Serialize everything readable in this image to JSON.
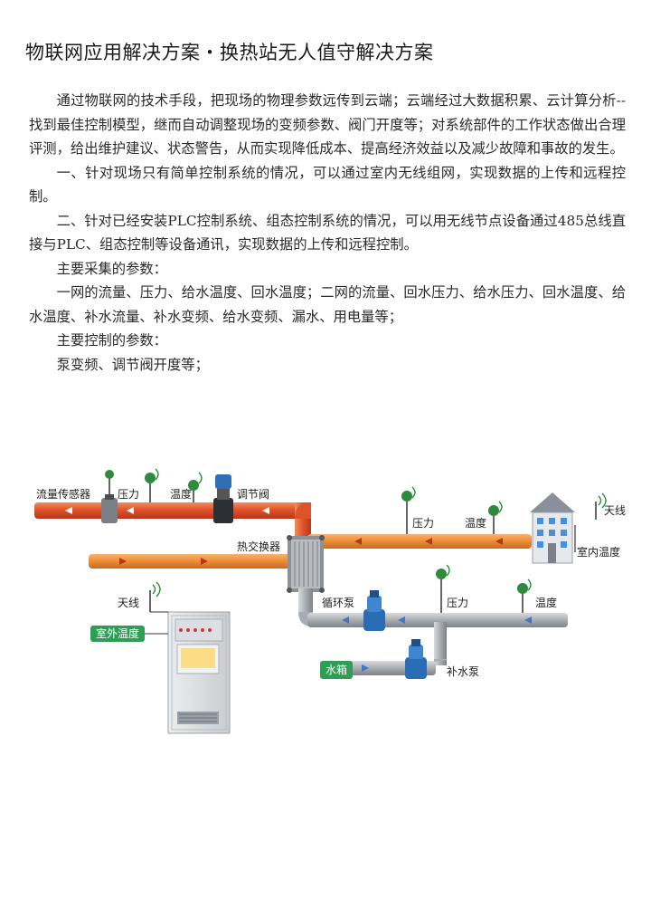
{
  "title": "物联网应用解决方案・换热站无人值守解决方案",
  "paragraphs": [
    "通过物联网的技术手段，把现场的物理参数远传到云端；云端经过大数据积累、云计算分析--找到最佳控制模型，继而自动调整现场的变频参数、阀门开度等；对系统部件的工作状态做出合理评测，给出维护建议、状态警告，从而实现降低成本、提高经济效益以及减少故障和事故的发生。",
    "一、针对现场只有简单控制系统的情况，可以通过室内无线组网，实现数据的上传和远程控制。",
    "二、针对已经安装PLC控制系统、组态控制系统的情况，可以用无线节点设备通过485总线直接与PLC、组态控制等设备通讯，实现数据的上传和远程控制。",
    "主要采集的参数：",
    "一网的流量、压力、给水温度、回水温度；二网的流量、回水压力、给水压力、回水温度、给水温度、补水流量、补水变频、给水变频、漏水、用电量等；",
    "主要控制的参数：",
    "泵变频、调节阀开度等；"
  ],
  "diagram": {
    "labels": {
      "flow_sensor": "流量传感器",
      "pressure_1": "压力",
      "temp_1": "温度",
      "valve": "调节阀",
      "pressure_2": "压力",
      "temp_2": "温度",
      "antenna_house": "天线",
      "indoor_temp": "室内温度",
      "heat_exchanger": "热交换器",
      "antenna_cabinet": "天线",
      "outdoor_temp": "室外温度",
      "circ_pump": "循环泵",
      "pressure_3": "压力",
      "temp_3": "温度",
      "water_tank": "水箱",
      "makeup_pump": "补水泵"
    },
    "colors": {
      "hot_pipe": "#e0532a",
      "warm_pipe": "#f0903a",
      "return_pipe": "#a9adb2",
      "flow_arrow_hot": "#ffffff",
      "flow_arrow_cold": "#3a78c8",
      "label_box_green": "#2e9e55"
    }
  }
}
